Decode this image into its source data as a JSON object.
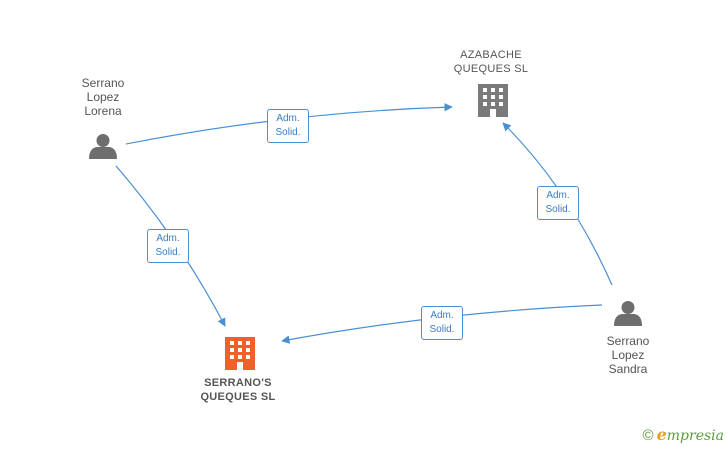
{
  "nodes": {
    "person_lorena": {
      "name": "Serrano\nLopez\nLorena"
    },
    "person_sandra": {
      "name": "Serrano\nLopez\nSandra"
    },
    "company_azabache": {
      "name": "AZABACHE\nQUEQUES  SL"
    },
    "company_serranos": {
      "name": "SERRANO'S\nQUEQUES  SL"
    }
  },
  "edges": [
    {
      "line1": "Adm.",
      "line2": "Solid."
    },
    {
      "line1": "Adm.",
      "line2": "Solid."
    },
    {
      "line1": "Adm.",
      "line2": "Solid."
    },
    {
      "line1": "Adm.",
      "line2": "Solid."
    }
  ],
  "colors": {
    "edge": "#4a8fd4",
    "person_icon": "#6e6e6e",
    "company_icon": "#7a7a7a",
    "company_primary_icon": "#f0602a"
  },
  "footer": {
    "copyright": "©",
    "brand_initial": "e",
    "brand_rest": "mpresia"
  }
}
